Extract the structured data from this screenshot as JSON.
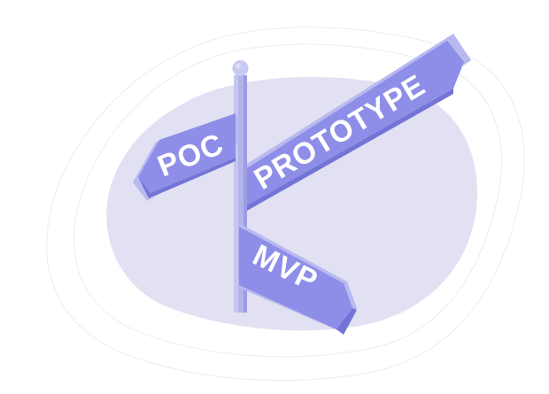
{
  "illustration": {
    "signs": {
      "poc": "POC",
      "prototype": "PROTOTYPE",
      "mvp": "MVP"
    }
  },
  "colors": {
    "background": "#ffffff",
    "blob": "#e1e1f3",
    "outline": "#ececf1",
    "sign_face": "#8e8ee8",
    "sign_edge": "#b9b9f0",
    "sign_shadow": "#7474d6",
    "pole": "#b3b3ea",
    "pole_shadow": "#9c9ce0",
    "label": "#ffffff"
  },
  "icons": {
    "scene": "signpost-illustration"
  }
}
